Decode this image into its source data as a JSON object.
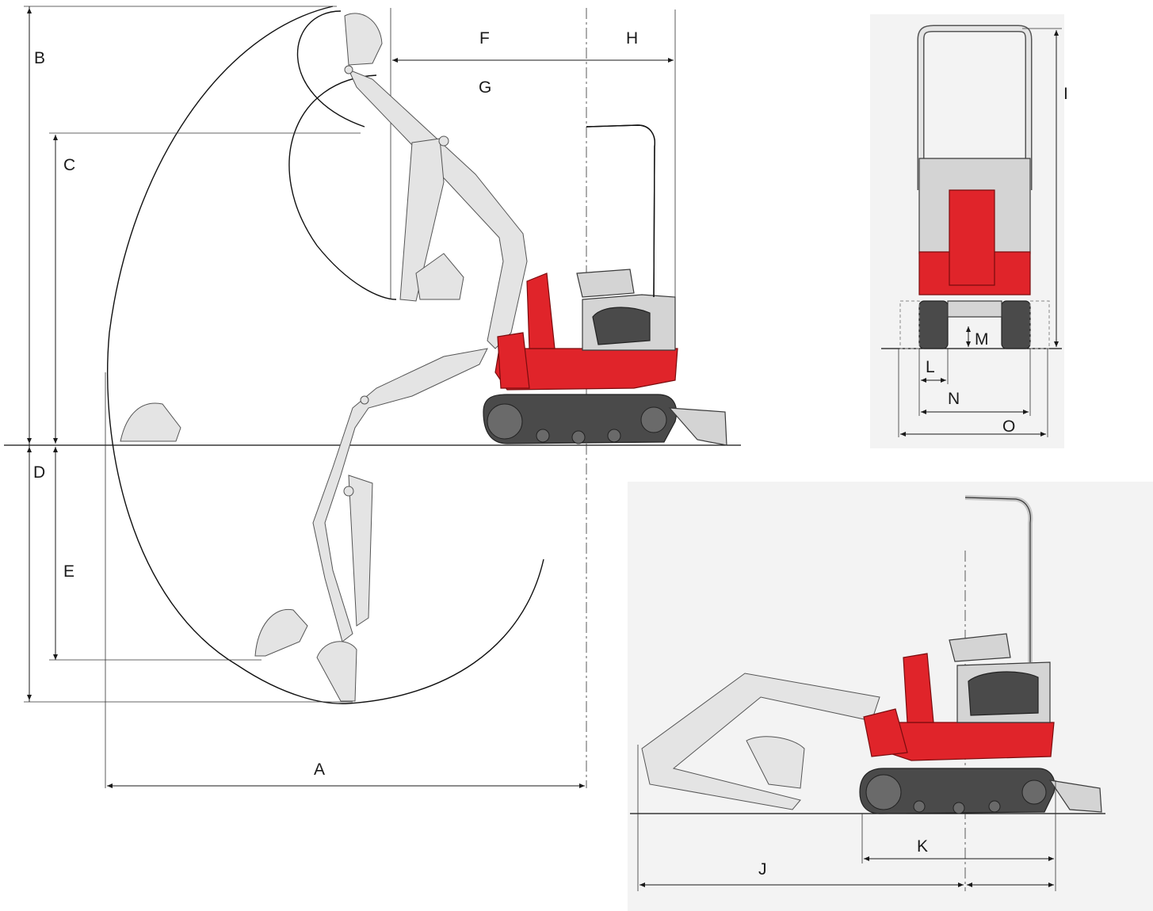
{
  "dimension_labels": {
    "A": "A",
    "B": "B",
    "C": "C",
    "D": "D",
    "E": "E",
    "F": "F",
    "G": "G",
    "H": "H",
    "I": "I",
    "J": "J",
    "K": "K",
    "L": "L",
    "M": "M",
    "N": "N",
    "O": "O"
  },
  "colors": {
    "body_red": "#e0242a",
    "body_grey": "#d4d4d4",
    "track_dark": "#4a4a4a",
    "line": "#1a1a1a",
    "panel_bg": "#f3f3f3"
  }
}
